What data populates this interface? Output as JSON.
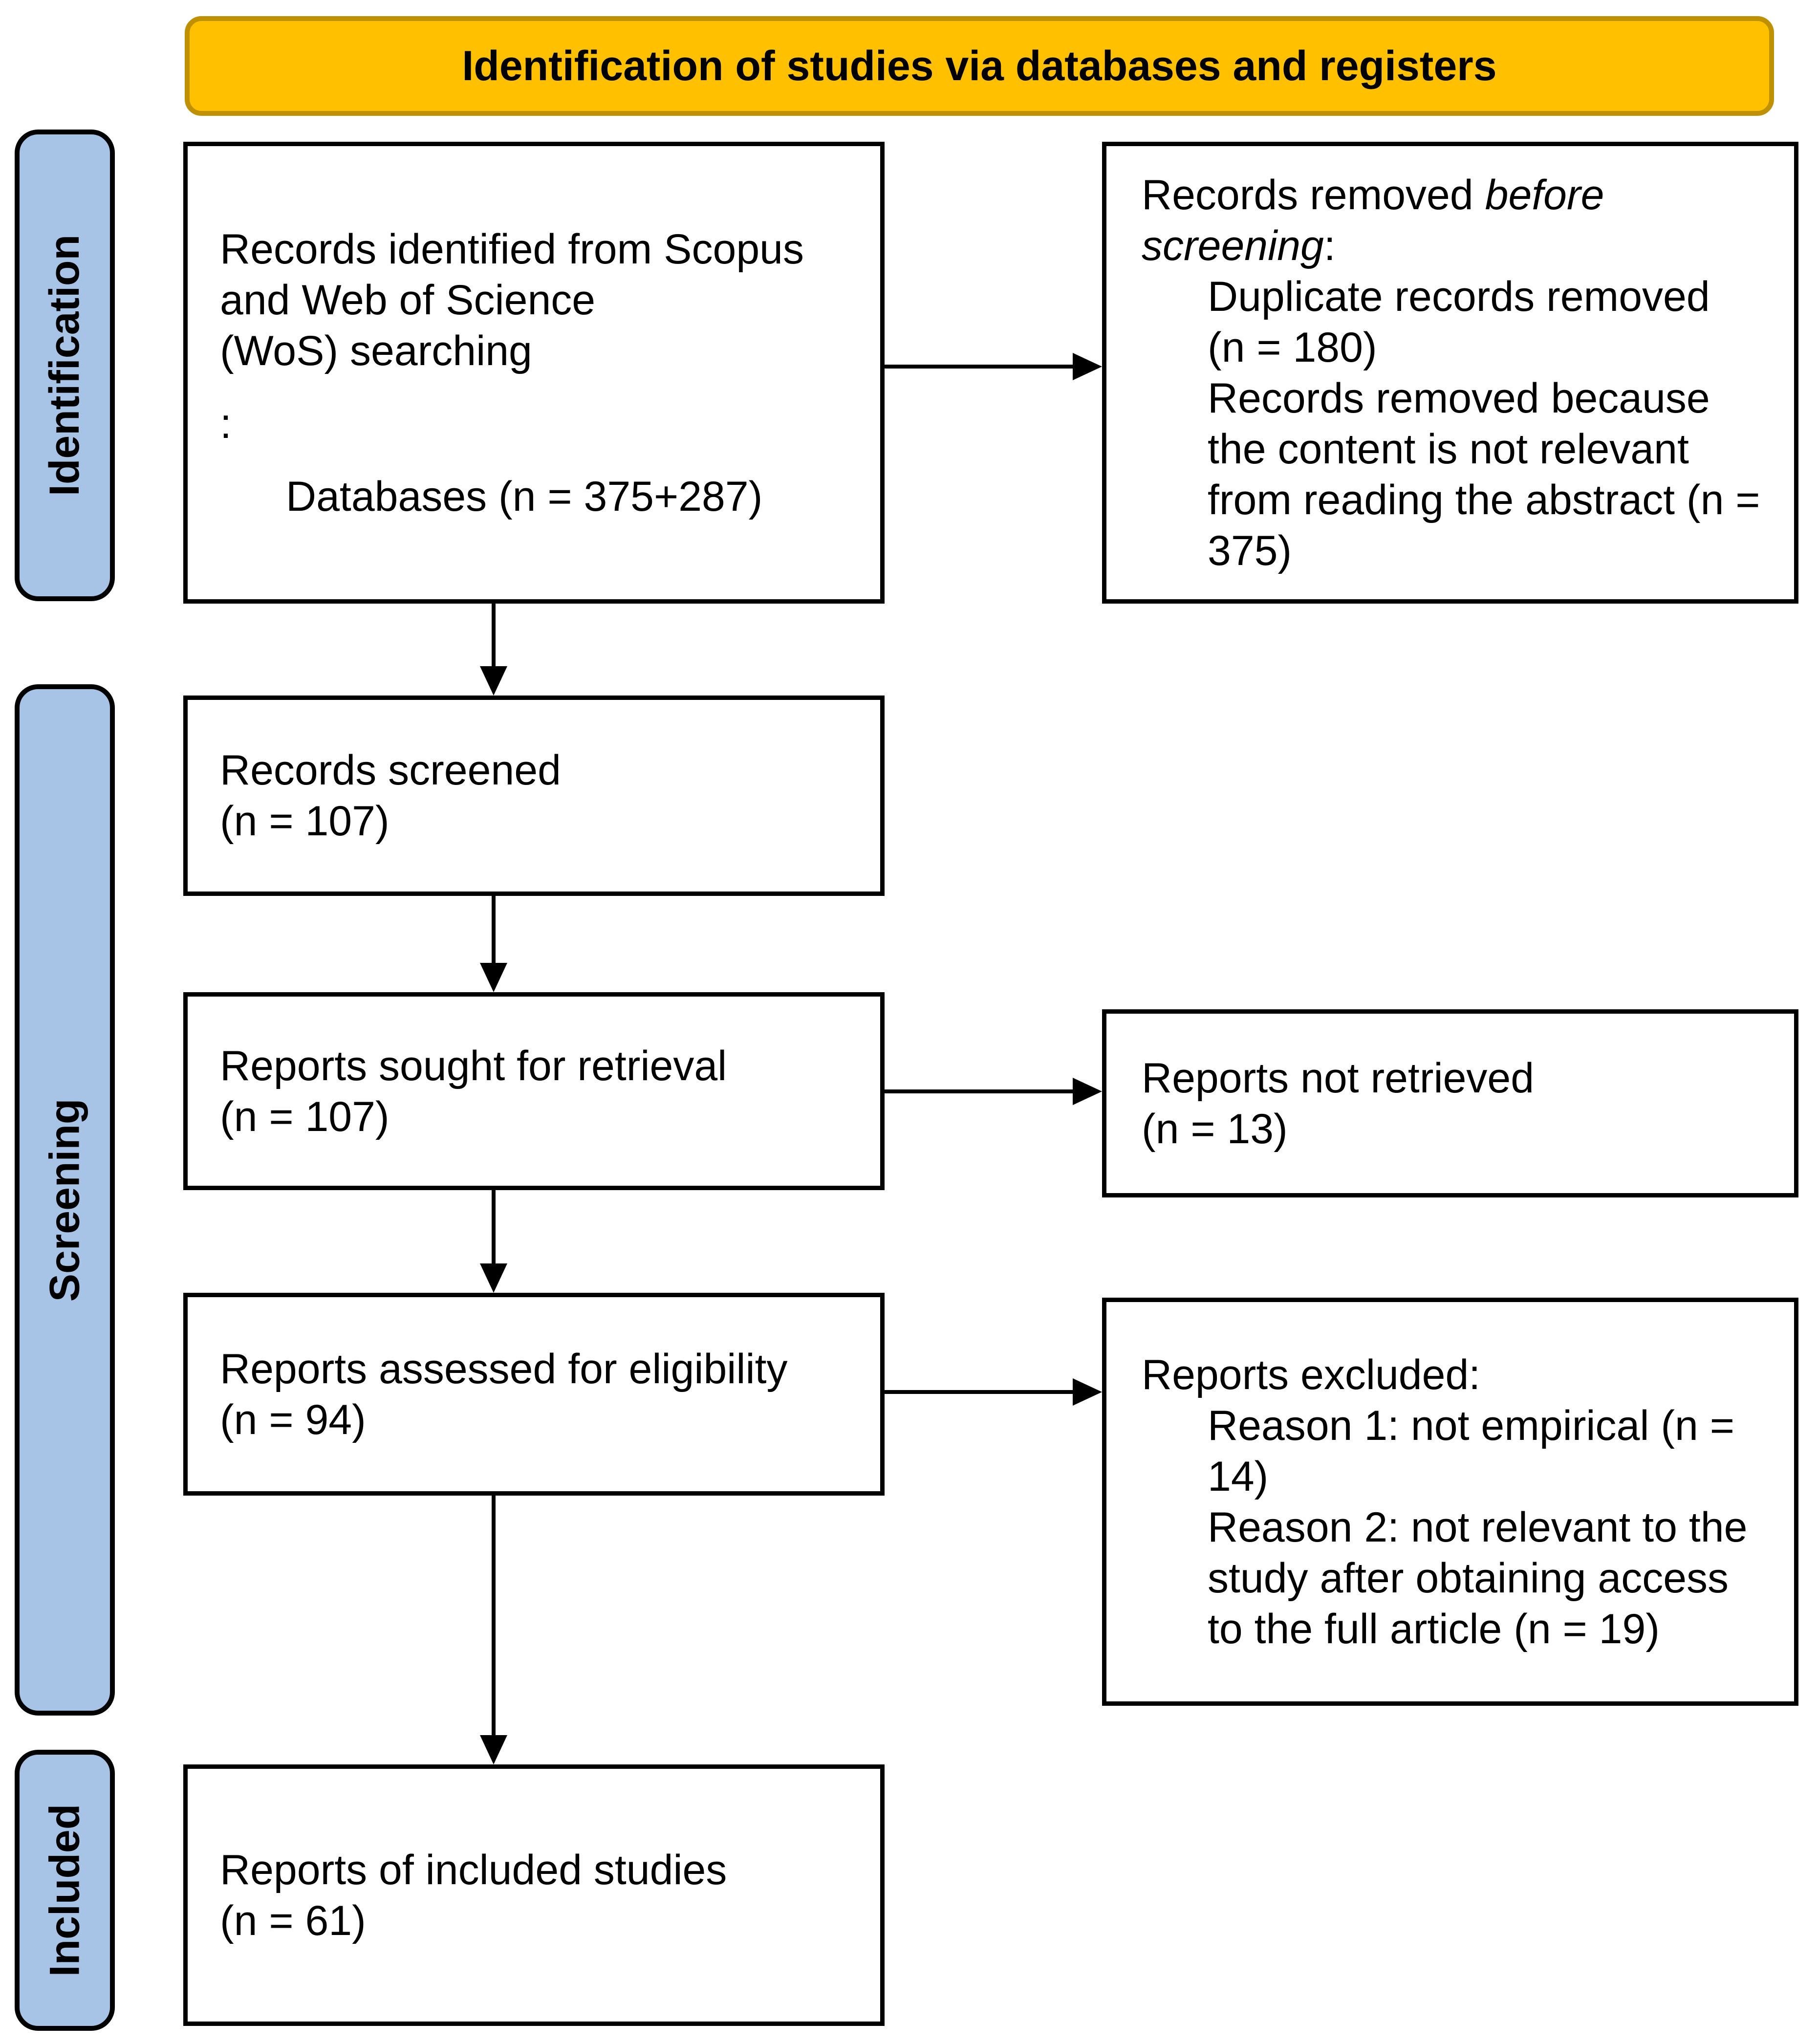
{
  "colors": {
    "header-bg": "#FFC000",
    "header-border": "#BF9000",
    "sidebar-bg": "#A7C4E7",
    "sidebar-border": "#000000",
    "box-border": "#000000",
    "arrow": "#000000",
    "text": "#000000"
  },
  "header": {
    "title": "Identification of studies via databases and registers"
  },
  "sidebar": {
    "identification": "Identification",
    "screening": "Screening",
    "included": "Included"
  },
  "boxes": {
    "records_identified": {
      "para1": "Records identified from Scopus\nand Web of Science\n(WoS) searching",
      "para2": ":",
      "para3": "Databases (n = 375+287)"
    },
    "records_removed": {
      "prefix": "Records removed ",
      "italic": "before\nscreening",
      "suffix": ":",
      "details": "Duplicate records removed\n(n = 180)\nRecords removed because\nthe content is not relevant\nfrom reading the abstract (n =\n375)"
    },
    "records_screened": {
      "text": "Records screened\n(n = 107)"
    },
    "reports_sought": {
      "text": "Reports sought for retrieval\n(n = 107)"
    },
    "reports_not_retrieved": {
      "text": "Reports not retrieved\n(n = 13)"
    },
    "reports_assessed": {
      "text": "Reports assessed for eligibility\n(n = 94)"
    },
    "reports_excluded": {
      "heading": "Reports excluded:",
      "details": "Reason 1: not empirical (n =\n14)\nReason 2: not relevant to the\nstudy after obtaining access\nto the full article (n = 19)"
    },
    "reports_included": {
      "text": "Reports of included studies\n(n = 61)"
    }
  }
}
